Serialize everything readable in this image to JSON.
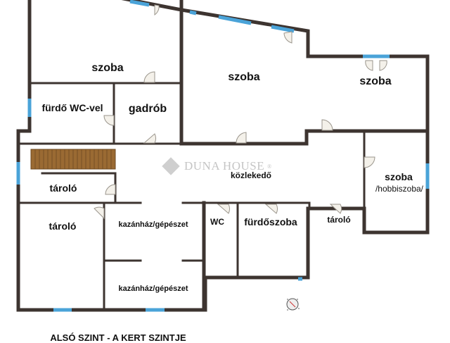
{
  "plan": {
    "caption": "ALSÓ SZINT - A KERT SZINTJE",
    "watermark": "DUNA HOUSE",
    "watermark_mark": "®",
    "rooms": [
      {
        "id": "szoba-nw",
        "label": "szoba"
      },
      {
        "id": "szoba-center",
        "label": "szoba"
      },
      {
        "id": "szoba-ne",
        "label": "szoba"
      },
      {
        "id": "furdo-wc",
        "label": "fürdő WC-vel"
      },
      {
        "id": "gadrob",
        "label": "gadrób"
      },
      {
        "id": "tarolo-stairs",
        "label": "tároló"
      },
      {
        "id": "kozlekedo",
        "label": "közlekedő"
      },
      {
        "id": "szoba-hobbi",
        "label": "szoba",
        "sublabel": "/hobbiszoba/"
      },
      {
        "id": "tarolo-sw",
        "label": "tároló"
      },
      {
        "id": "kazanhaz-1",
        "label": "kazánház/gépészet"
      },
      {
        "id": "kazanhaz-2",
        "label": "kazánház/gépészet"
      },
      {
        "id": "wc",
        "label": "WC"
      },
      {
        "id": "furdoszoba",
        "label": "fürdőszoba"
      },
      {
        "id": "tarolo-e",
        "label": "tároló"
      }
    ],
    "colors": {
      "wall": "#3d3430",
      "window": "#4aa3d8",
      "stairs": "#9a6a33",
      "door": "#f4f1ea"
    }
  }
}
